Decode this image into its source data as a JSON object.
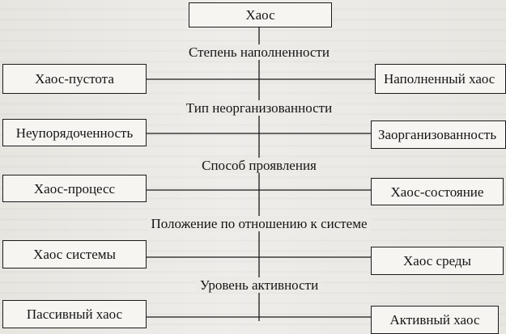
{
  "diagram": {
    "root": "Хаос",
    "levels": [
      {
        "criterion": "Степень наполненности",
        "left": "Хаос-пустота",
        "right": "Наполненный хаос"
      },
      {
        "criterion": "Тип неорганизованности",
        "left": "Неупорядоченность",
        "right": "Заорганизованность"
      },
      {
        "criterion": "Способ проявления",
        "left": "Хаос-процесс",
        "right": "Хаос-состояние"
      },
      {
        "criterion": "Положение по отношению к системе",
        "left": "Хаос системы",
        "right": "Хаос среды"
      },
      {
        "criterion": "Уровень активности",
        "left": "Пассивный хаос",
        "right": "Активный хаос"
      }
    ]
  }
}
